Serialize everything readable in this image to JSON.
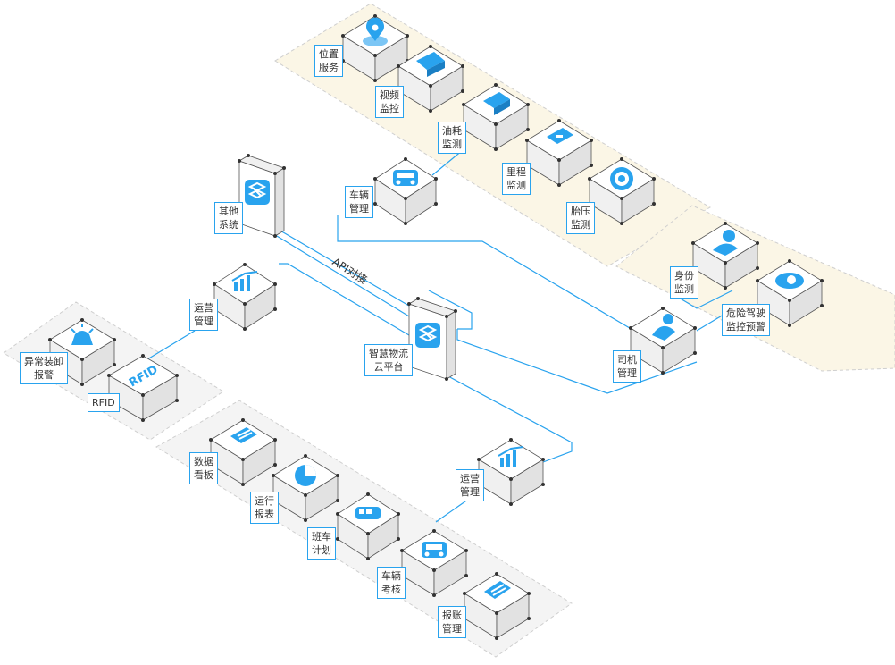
{
  "colors": {
    "accent": "#29a3ee",
    "zone_fill_tan": "#fbf6e6",
    "zone_fill_gray": "#f4f4f4",
    "zone_stroke": "#cfcfcf",
    "cube_top": "#ffffff",
    "cube_left": "#f0f0f0",
    "cube_right": "#e2e2e2",
    "edge": "#555555"
  },
  "api_label": "API对接",
  "nodes": [
    {
      "id": "location",
      "label": "位置\n服务",
      "icon": "location-pin-icon"
    },
    {
      "id": "video",
      "label": "视频\n监控",
      "icon": "monitor-icon"
    },
    {
      "id": "fuel",
      "label": "油耗\n监测",
      "icon": "fuel-icon"
    },
    {
      "id": "mileage",
      "label": "里程\n监测",
      "icon": "odometer-icon"
    },
    {
      "id": "tire",
      "label": "胎压\n监测",
      "icon": "tire-icon"
    },
    {
      "id": "vehicle_mgmt",
      "label": "车辆\n管理",
      "icon": "vehicle-icon"
    },
    {
      "id": "other_systems",
      "label": "其他\n系统",
      "icon": "system-logo-icon"
    },
    {
      "id": "identity",
      "label": "身份\n监测",
      "icon": "person-icon"
    },
    {
      "id": "danger",
      "label": "危险驾驶\n监控预警",
      "icon": "eye-warning-icon"
    },
    {
      "id": "driver_mgmt",
      "label": "司机\n管理",
      "icon": "driver-icon"
    },
    {
      "id": "ops_top",
      "label": "运营\n管理",
      "icon": "chart-trend-icon"
    },
    {
      "id": "platform",
      "label": "智慧物流\n云平台",
      "icon": "platform-logo-icon"
    },
    {
      "id": "alarm",
      "label": "异常装卸\n报警",
      "icon": "alarm-light-icon"
    },
    {
      "id": "rfid",
      "label": "RFID",
      "icon": "rfid-icon",
      "icon_text": "RFID"
    },
    {
      "id": "dashboard",
      "label": "数据\n看板",
      "icon": "dashboard-icon"
    },
    {
      "id": "report",
      "label": "运行\n报表",
      "icon": "pie-chart-icon"
    },
    {
      "id": "shuttle",
      "label": "班车\n计划",
      "icon": "bus-icon"
    },
    {
      "id": "assessment",
      "label": "车辆\n考核",
      "icon": "car-check-icon"
    },
    {
      "id": "reimburse",
      "label": "报账\n管理",
      "icon": "receipt-icon"
    },
    {
      "id": "ops_bottom",
      "label": "运营\n管理",
      "icon": "chart-trend-icon"
    }
  ]
}
